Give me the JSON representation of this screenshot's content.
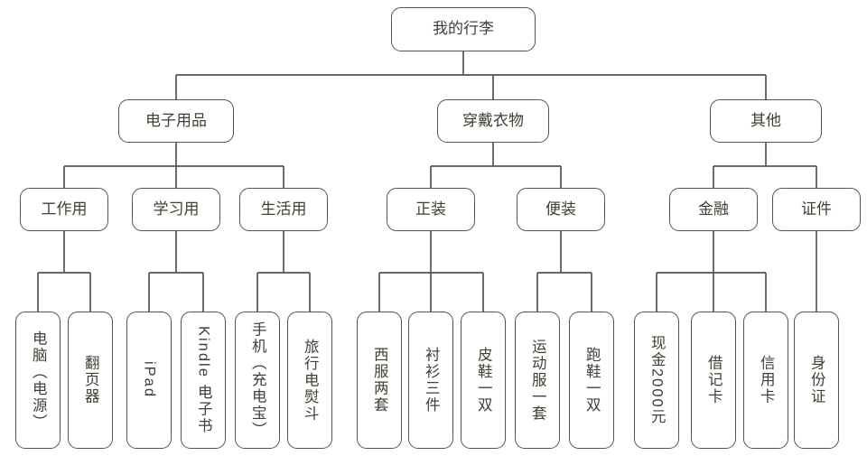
{
  "diagram_type": "tree-mindmap",
  "colors": {
    "stroke": "#53564a",
    "text": "#3e4135",
    "background": "#ffffff"
  },
  "tree": {
    "root": {
      "label": "我的行李"
    },
    "branches": [
      {
        "label": "电子用品",
        "children": [
          {
            "label": "工作用",
            "items": [
              {
                "label": "电脑（电源）"
              },
              {
                "label": "翻页器"
              }
            ]
          },
          {
            "label": "学习用",
            "items": [
              {
                "label": "iPad"
              },
              {
                "label": "Kindle 电子书"
              }
            ]
          },
          {
            "label": "生活用",
            "items": [
              {
                "label": "手机（充电宝）"
              },
              {
                "label": "旅行电熨斗"
              }
            ]
          }
        ]
      },
      {
        "label": "穿戴衣物",
        "children": [
          {
            "label": "正装",
            "items": [
              {
                "label": "西服两套"
              },
              {
                "label": "衬衫三件"
              },
              {
                "label": "皮鞋一双"
              }
            ]
          },
          {
            "label": "便装",
            "items": [
              {
                "label": "运动服一套"
              },
              {
                "label": "跑鞋一双"
              }
            ]
          }
        ]
      },
      {
        "label": "其他",
        "children": [
          {
            "label": "金融",
            "items": [
              {
                "label": "现金2000元"
              },
              {
                "label": "借记卡"
              },
              {
                "label": "信用卡"
              }
            ]
          },
          {
            "label": "证件",
            "items": [
              {
                "label": "身份证"
              }
            ]
          }
        ]
      }
    ]
  }
}
